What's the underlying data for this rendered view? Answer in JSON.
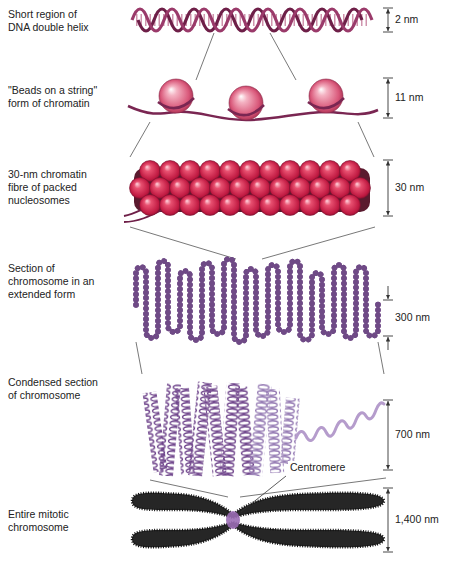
{
  "diagram": {
    "labels": [
      "Short region of DNA double helix",
      "2 nm",
      "\"Beads on a string\" form of chromatin",
      "11 nm",
      "30-nm chromatin fibre of packed nucleosomes",
      "30 nm",
      "Section of chromosome in an extended form",
      "300 nm",
      "Condensed section of chromosome",
      "700 nm",
      "Centromere",
      "Entire mitotic chromosome",
      "1,400 nm"
    ]
  }
}
